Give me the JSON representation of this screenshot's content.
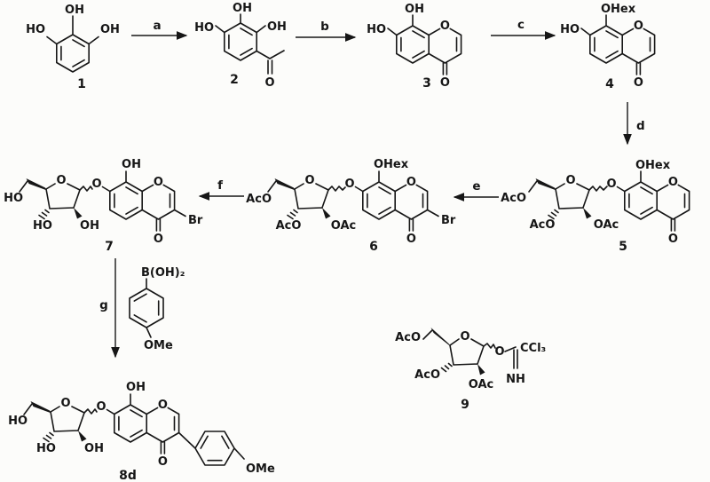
{
  "colors": {
    "ink": "#161616",
    "background": "#fcfcfa"
  },
  "compounds": {
    "c1": {
      "number": "1",
      "labels": {
        "oh_top": "OH",
        "ho_left": "HO",
        "oh_right": "OH"
      }
    },
    "c2": {
      "number": "2",
      "labels": {
        "oh_top": "OH",
        "ho_left": "HO",
        "oh_right": "OH",
        "carbonyl_o": "O"
      }
    },
    "c3": {
      "number": "3",
      "labels": {
        "oh_8": "OH",
        "ho_7": "HO",
        "ring_o": "O",
        "carbonyl_o": "O"
      }
    },
    "c4": {
      "number": "4",
      "labels": {
        "ohex_8": "OHex",
        "ho_7": "HO",
        "ring_o": "O",
        "carbonyl_o": "O"
      }
    },
    "c5": {
      "number": "5",
      "labels": {
        "aco_5": "AcO",
        "sugar_ring_o": "O",
        "aco_3": "AcO",
        "oac_2": "OAc",
        "glycosidic_o": "O",
        "ohex_8": "OHex",
        "ring_o": "O",
        "carbonyl_o": "O"
      }
    },
    "c6": {
      "number": "6",
      "labels": {
        "aco_5": "AcO",
        "sugar_ring_o": "O",
        "aco_3": "AcO",
        "oac_2": "OAc",
        "glycosidic_o": "O",
        "ohex_8": "OHex",
        "ring_o": "O",
        "carbonyl_o": "O",
        "br": "Br"
      }
    },
    "c7": {
      "number": "7",
      "labels": {
        "ho_5": "HO",
        "sugar_ring_o": "O",
        "ho_3": "HO",
        "oh_2": "OH",
        "glycosidic_o": "O",
        "oh_8": "OH",
        "ring_o": "O",
        "carbonyl_o": "O",
        "br": "Br"
      }
    },
    "c8d": {
      "number": "8d",
      "labels": {
        "ho_5": "HO",
        "sugar_ring_o": "O",
        "ho_3": "HO",
        "oh_2": "OH",
        "glycosidic_o": "O",
        "oh_8": "OH",
        "ring_o": "O",
        "carbonyl_o": "O",
        "ome": "OMe"
      }
    },
    "c9": {
      "number": "9",
      "labels": {
        "aco_5": "AcO",
        "sugar_ring_o": "O",
        "aco_3": "AcO",
        "oac_2": "OAc",
        "anomeric_o": "O",
        "ccl3": "CCl₃",
        "nh": "NH"
      }
    },
    "boronic_acid": {
      "labels": {
        "boh2": "B(OH)₂",
        "ome": "OMe"
      }
    }
  },
  "arrows": {
    "a": "a",
    "b": "b",
    "c": "c",
    "d": "d",
    "e": "e",
    "f": "f",
    "g": "g"
  }
}
